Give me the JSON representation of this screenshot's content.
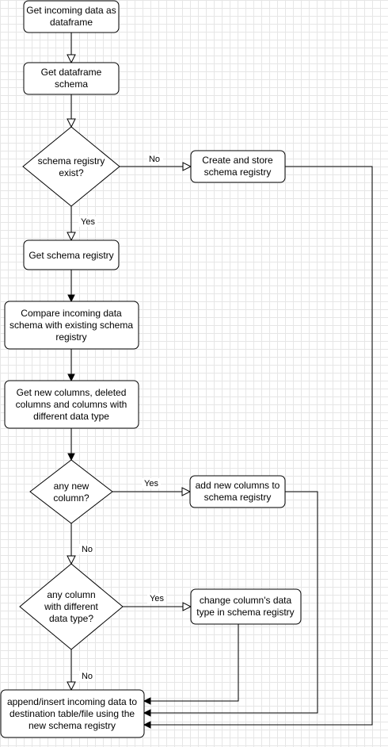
{
  "nodes": {
    "get_incoming": [
      "Get incoming data as",
      "dataframe"
    ],
    "get_schema": [
      "Get dataframe",
      "schema"
    ],
    "registry_exist": [
      "schema registry",
      "exist?"
    ],
    "create_store": [
      "Create and store",
      "schema registry"
    ],
    "get_registry": [
      "Get schema registry"
    ],
    "compare": [
      "Compare incoming data",
      "schema with existing schema",
      "registry"
    ],
    "get_new_cols": [
      "Get new columns, deleted",
      "columns and columns with",
      "different data type"
    ],
    "any_new": [
      "any new",
      "column?"
    ],
    "add_new": [
      "add new columns to",
      "schema registry"
    ],
    "any_diff": [
      "any column",
      "with different",
      "data type?"
    ],
    "change_type": [
      "change column's data",
      "type in schema registry"
    ],
    "append": [
      "append/insert incoming data to",
      "destination table/file using the",
      "new schema registry"
    ]
  },
  "edge_labels": {
    "no_exist": "No",
    "yes_exist": "Yes",
    "yes_new": "Yes",
    "no_new": "No",
    "yes_diff": "Yes",
    "no_diff": "No"
  }
}
